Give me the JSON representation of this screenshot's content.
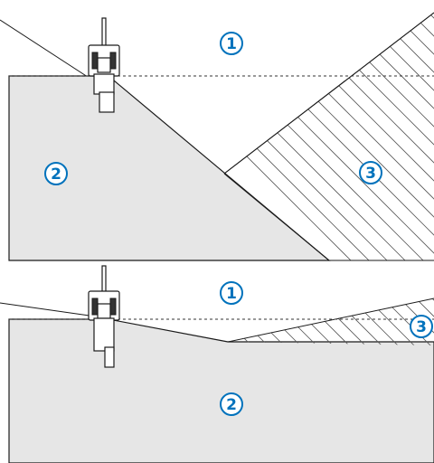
{
  "callouts": [
    {
      "id": "1",
      "label": "1"
    },
    {
      "id": "2",
      "label": "2"
    },
    {
      "id": "3",
      "label": "3"
    }
  ],
  "colors": {
    "callout": "#0072bc",
    "zone_fill": "#e6e6e6",
    "line": "#1a1a1a"
  },
  "icons": [
    "transducer-icon"
  ]
}
